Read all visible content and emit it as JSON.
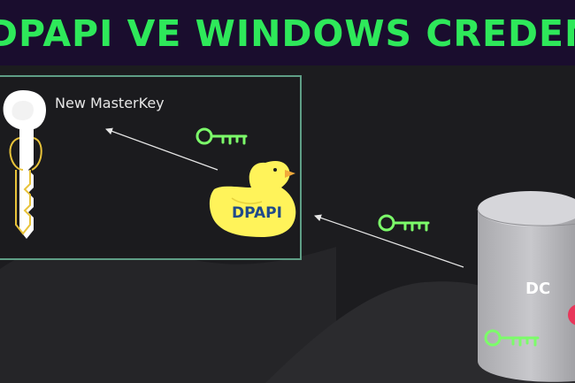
{
  "banner": {
    "title": "DPAPI VE WINDOWS CREDENTIALS"
  },
  "diagram": {
    "master_key_label": "New MasterKey",
    "dpapi_label": "DPAPI",
    "dc_label": "DC"
  },
  "colors": {
    "banner_bg": "#1a0d2e",
    "title_green": "#2ee85a",
    "key_green": "#7cfc6a",
    "box_border": "#5f9e86",
    "duck_yellow": "#fff35a",
    "accent_red": "#e8365a"
  },
  "icons": [
    "white-master-key-icon",
    "green-key-icon",
    "rubber-duck-icon",
    "database-cylinder-icon"
  ]
}
